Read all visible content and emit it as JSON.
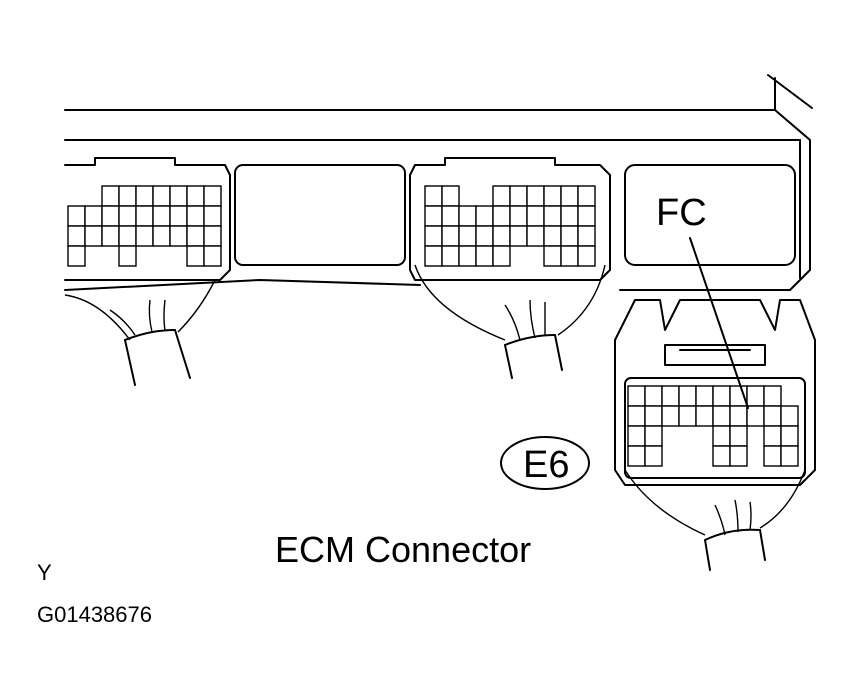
{
  "labels": {
    "fc": "FC",
    "e6": "E6",
    "title": "ECM Connector",
    "view": "Y",
    "figure_code": "G01438676"
  }
}
